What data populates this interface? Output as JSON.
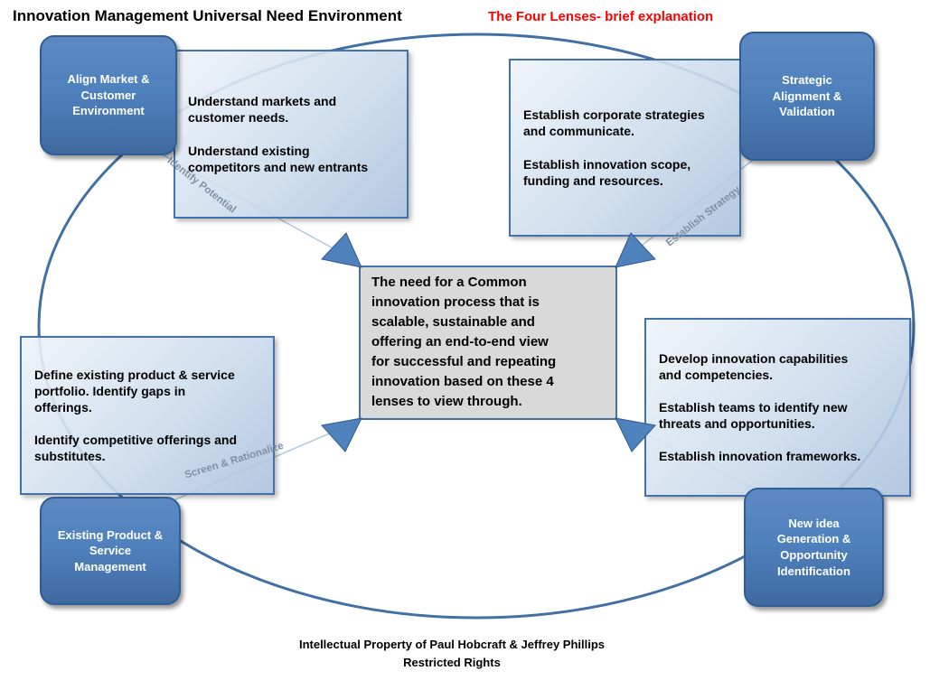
{
  "header": {
    "title": "Innovation Management Universal Need Environment",
    "subtitle": "The Four Lenses- brief explanation"
  },
  "lenses": {
    "top_left": "Align Market & Customer Environment",
    "top_right": "Strategic Alignment & Validation",
    "bottom_left": "Existing Product & Service Management",
    "bottom_right": "New idea Generation & Opportunity Identification"
  },
  "details": {
    "top_left": {
      "p1": "Understand markets and customer needs.",
      "p2": "Understand existing competitors and new entrants"
    },
    "top_right": {
      "p1": "Establish corporate strategies and communicate.",
      "p2": "Establish innovation scope, funding and resources."
    },
    "bottom_left": {
      "p1": "Define existing product & service portfolio.  Identify gaps in offerings.",
      "p2": "Identify competitive offerings and substitutes."
    },
    "bottom_right": {
      "p1": "Develop innovation capabilities and competencies.",
      "p2": "Establish teams to identify new threats and opportunities.",
      "p3": "Establish innovation frameworks."
    }
  },
  "center": {
    "text": "The need for a Common innovation process that is scalable, sustainable and offering an end-to-end view for successful and repeating innovation based on these 4 lenses to view through."
  },
  "connector_labels": {
    "top_left": "Identify Potential",
    "top_right": "Establish Strategy",
    "bottom_left": "Screen & Rationalize"
  },
  "footer": {
    "line1": "Intellectual Property of Paul Hobcraft & Jeffrey Phillips",
    "line2": "Restricted Rights"
  },
  "colors": {
    "node_fill": "#4f81bd",
    "node_border": "#2f5d94",
    "box_border": "#4472a8",
    "center_fill": "#d9d9d9",
    "ellipse_stroke": "#4170a4",
    "arrow_fill": "#4f81bd",
    "subtitle_red": "#ff0000"
  }
}
